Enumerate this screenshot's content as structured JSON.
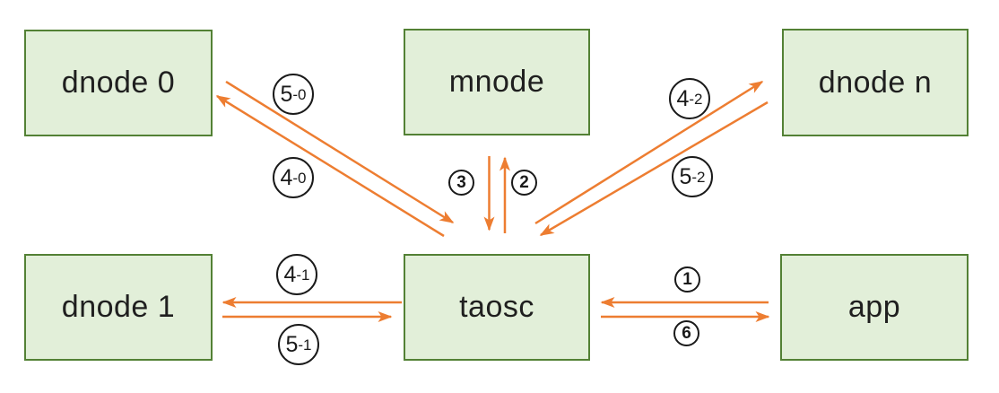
{
  "nodes": {
    "dnode0": {
      "label": "dnode 0"
    },
    "mnode": {
      "label": "mnode"
    },
    "dnoden": {
      "label": "dnode n"
    },
    "dnode1": {
      "label": "dnode 1"
    },
    "taosc": {
      "label": "taosc"
    },
    "app": {
      "label": "app"
    }
  },
  "edge_labels": {
    "l50": {
      "text": "5-0",
      "main": "5",
      "suffix": "-0"
    },
    "l40": {
      "text": "4-0",
      "main": "4",
      "suffix": "-0"
    },
    "l3": {
      "text": "3",
      "main": "3",
      "suffix": ""
    },
    "l2": {
      "text": "2",
      "main": "2",
      "suffix": ""
    },
    "l42": {
      "text": "4-2",
      "main": "4",
      "suffix": "-2"
    },
    "l52": {
      "text": "5-2",
      "main": "5",
      "suffix": "-2"
    },
    "l41": {
      "text": "4-1",
      "main": "4",
      "suffix": "-1"
    },
    "l51": {
      "text": "5-1",
      "main": "5",
      "suffix": "-1"
    },
    "l1": {
      "text": "1",
      "main": "1",
      "suffix": ""
    },
    "l6": {
      "text": "6",
      "main": "6",
      "suffix": ""
    }
  },
  "edges": [
    {
      "from": "dnode0",
      "to": "taosc",
      "label": "5-0"
    },
    {
      "from": "taosc",
      "to": "dnode0",
      "label": "4-0"
    },
    {
      "from": "mnode",
      "to": "taosc",
      "label": "3"
    },
    {
      "from": "taosc",
      "to": "mnode",
      "label": "2"
    },
    {
      "from": "taosc",
      "to": "dnoden",
      "label": "4-2"
    },
    {
      "from": "dnoden",
      "to": "taosc",
      "label": "5-2"
    },
    {
      "from": "taosc",
      "to": "dnode1",
      "label": "4-1"
    },
    {
      "from": "dnode1",
      "to": "taosc",
      "label": "5-1"
    },
    {
      "from": "app",
      "to": "taosc",
      "label": "1"
    },
    {
      "from": "taosc",
      "to": "app",
      "label": "6"
    }
  ],
  "colors": {
    "arrow": "#ED7D31",
    "node_fill": "#E2EFD9",
    "node_border": "#538135",
    "ink": "#1a1a1a"
  }
}
